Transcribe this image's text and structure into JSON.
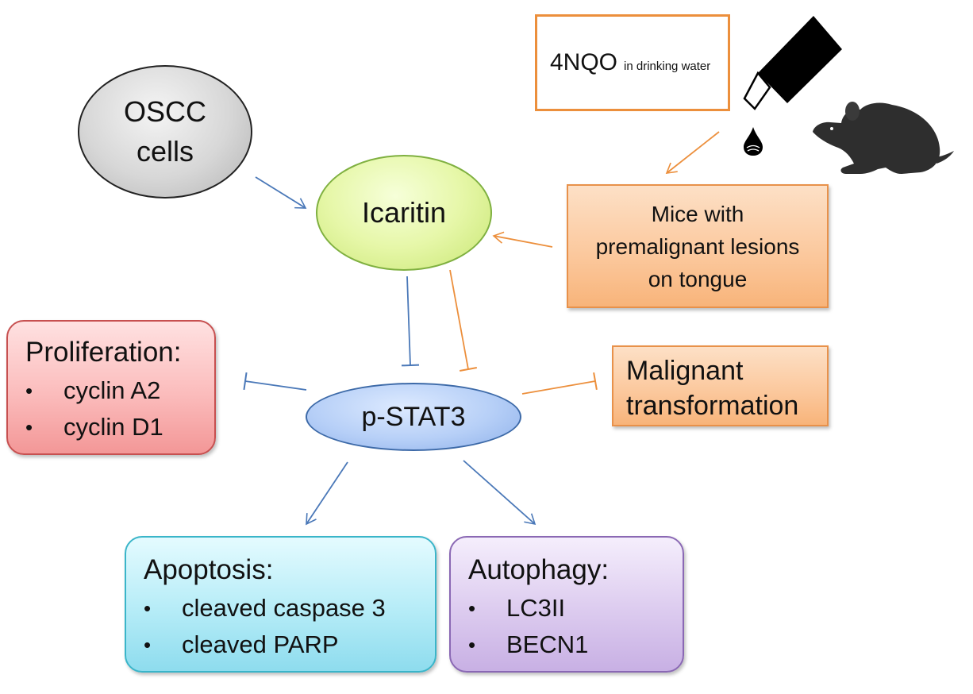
{
  "nodes": {
    "oscc": [
      "OSCC",
      "cells"
    ],
    "icaritin": "Icaritin",
    "pstat3": "p-STAT3",
    "nqo": {
      "main": "4NQO",
      "sub": "in drinking water"
    },
    "mice": [
      "Mice with",
      "premalignant lesions",
      "on tongue"
    ],
    "malignant": [
      "Malignant",
      "transformation"
    ]
  },
  "outcomes": {
    "proliferation": {
      "title": "Proliferation:",
      "items": [
        "cyclin A2",
        "cyclin D1"
      ]
    },
    "apoptosis": {
      "title": "Apoptosis:",
      "items": [
        "cleaved caspase 3",
        "cleaved PARP"
      ]
    },
    "autophagy": {
      "title": "Autophagy:",
      "items": [
        "LC3II",
        "BECN1"
      ]
    }
  },
  "bullet": "•",
  "colors": {
    "blue_edge": "#4a78b8",
    "orange_edge": "#ec8f3c"
  },
  "icons": [
    "dropper-icon",
    "drop-icon",
    "mouse-icon"
  ]
}
